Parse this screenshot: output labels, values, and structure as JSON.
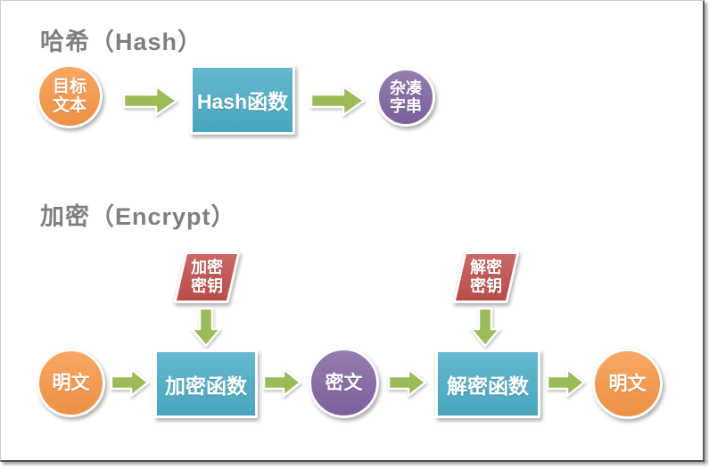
{
  "colors": {
    "canvas-bg": "#ffffff",
    "title-gray": "#7f7f7f",
    "orange": "#F79646",
    "teal": "#4BACC6",
    "purple": "#8064A2",
    "green": "#9BBB59",
    "red": "#C0504D"
  },
  "hash_section": {
    "title": "哈希（Hash）",
    "input_line1": "目标",
    "input_line2": "文本",
    "function_label": "Hash函数",
    "output_line1": "杂凑",
    "output_line2": "字串"
  },
  "encrypt_section": {
    "title": "加密（Encrypt）",
    "plaintext_in": "明文",
    "encrypt_key_line1": "加密",
    "encrypt_key_line2": "密钥",
    "encrypt_function": "加密函数",
    "ciphertext": "密文",
    "decrypt_key_line1": "解密",
    "decrypt_key_line2": "密钥",
    "decrypt_function": "解密函数",
    "plaintext_out": "明文"
  }
}
